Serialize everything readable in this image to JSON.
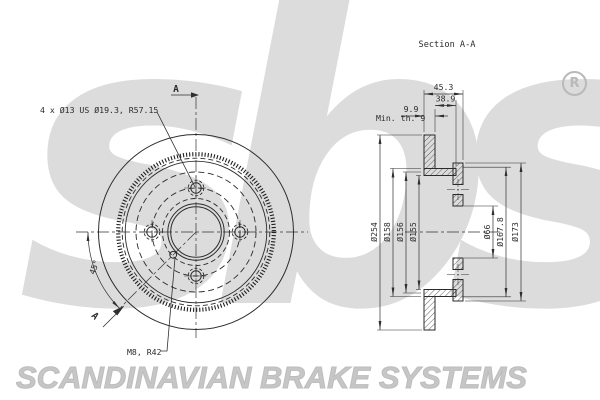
{
  "watermark": {
    "logo_text": "sbs",
    "registered_symbol": "R",
    "footer_text": "SCANDINAVIAN BRAKE SYSTEMS",
    "logo_color": "#dcdcdc",
    "footer_color": "#c6c6c6"
  },
  "front_view": {
    "bolt_pattern_label": "4 x Ø13 US Ø19.3, R57.15",
    "setscrew_label": "M8, R42",
    "angle_label": "45°",
    "section_marker_top": "A",
    "section_marker_bottom": "A"
  },
  "section_view": {
    "title": "Section A-A",
    "dims": {
      "overall_width": "45.3",
      "hat_depth": "38.9",
      "thickness": "9.9",
      "min_thickness": "Min. th. 9",
      "outer_diameter": "Ø254",
      "inner_dia_1": "Ø158",
      "inner_dia_2": "Ø156",
      "inner_dia_3": "Ø155",
      "center_bore": "Ø66",
      "flange_dia_1": "Ø167.8",
      "flange_dia_2": "Ø173"
    }
  }
}
